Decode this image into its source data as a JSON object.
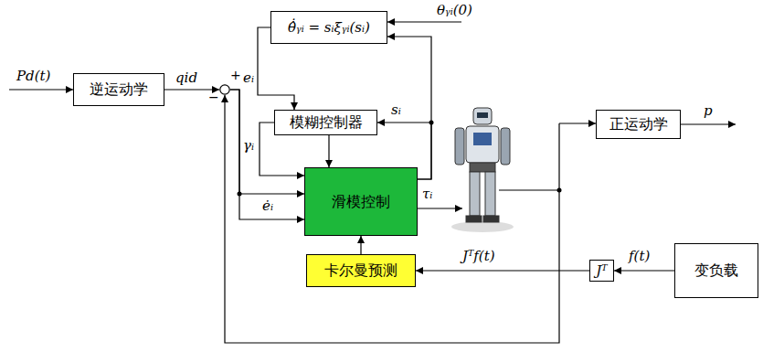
{
  "diagram": {
    "nodes": [
      {
        "text": [
          "逆运动学"
        ]
      },
      {
        "text": [
          "+",
          "−"
        ]
      },
      {
        "text": [
          "θ̂̇ᵧᵢ = sᵢξᵧᵢ(sᵢ)"
        ]
      },
      {
        "text": [
          "模糊控制器"
        ]
      },
      {
        "text": [
          "滑模控制"
        ]
      },
      {
        "text": [
          "正运动学"
        ]
      },
      {
        "text": [
          "卡尔曼预测"
        ]
      },
      {
        "text": [
          "Jᵀ"
        ]
      },
      {
        "text": [
          "变负载"
        ]
      }
    ],
    "edges": [
      {
        "from": 0,
        "to": 1,
        "arrow": "to",
        "label": "qid"
      },
      {
        "from": 1,
        "to": 4,
        "arrow": "to",
        "label": "eᵢ"
      },
      {
        "from": 1,
        "to": 4,
        "arrow": "to",
        "label": "ėᵢ"
      },
      {
        "from": 3,
        "to": 4,
        "arrow": "to",
        "label": "γᵢ"
      },
      {
        "from": 3,
        "to": 4,
        "arrow": "to"
      },
      {
        "from": 2,
        "to": 3,
        "arrow": "to"
      },
      {
        "from": 4,
        "to": 3,
        "arrow": "to",
        "label": "sᵢ"
      },
      {
        "from": 4,
        "to": 2,
        "arrow": "to"
      },
      {
        "from": 6,
        "to": 4,
        "arrow": "to"
      },
      {
        "from": 7,
        "to": 6,
        "arrow": "to",
        "label": "Jᵀf(t)"
      },
      {
        "from": 8,
        "to": 7,
        "arrow": "to",
        "label": "f(t)"
      }
    ],
    "labels": [
      "Pd(t)",
      "τᵢ",
      "p",
      "θᵧᵢ(0)"
    ]
  }
}
